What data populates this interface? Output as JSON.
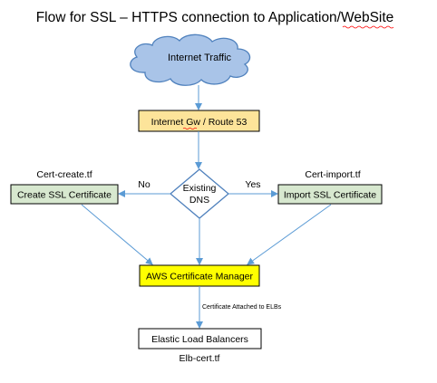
{
  "title": "Flow for SSL – HTTPS connection to Application/WebSite",
  "nodes": {
    "internet_traffic": "Internet Traffic",
    "internet_gw": "Internet Gw / Route 53",
    "decision_line1": "Existing",
    "decision_line2": "DNS",
    "create_cert": "Create SSL Certificate",
    "import_cert": "Import SSL Certificate",
    "acm": "AWS Certificate Manager",
    "elb": "Elastic Load Balancers"
  },
  "files": {
    "cert_create": "Cert-create.tf",
    "cert_import": "Cert-import.tf",
    "elb_cert": "Elb-cert.tf"
  },
  "edge_labels": {
    "no": "No",
    "yes": "Yes",
    "attached": "Certificate Attached to ELBs"
  },
  "colors": {
    "cloud_fill": "#a9c4e8",
    "cloud_stroke": "#4f81bd",
    "gw_fill": "#fde49a",
    "decision_fill": "#ffffff",
    "decision_stroke": "#4f81bd",
    "green_fill": "#d7e8cf",
    "acm_fill": "#ffff00",
    "elb_fill": "#ffffff",
    "arrow": "#5b9bd5",
    "spellcheck": "#ff0000"
  }
}
